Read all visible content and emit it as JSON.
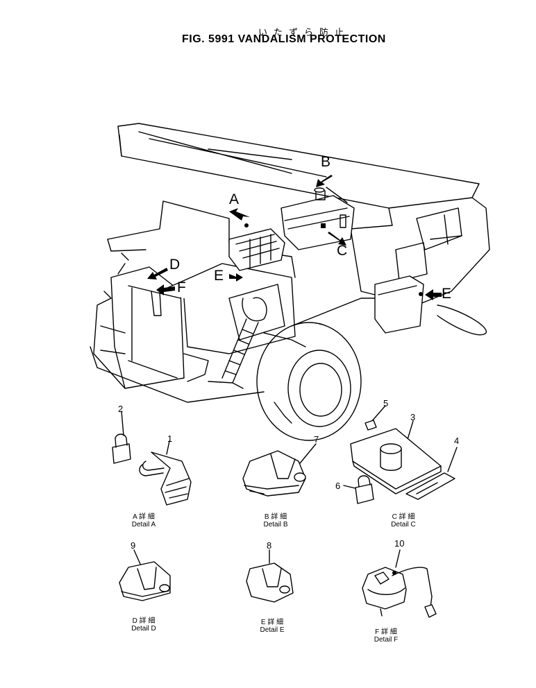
{
  "header": {
    "title_jp": "いたずら防止",
    "title": "FIG. 5991   VANDALISM  PROTECTION"
  },
  "callouts": {
    "a": "A",
    "b": "B",
    "c": "C",
    "d": "D",
    "e1": "E",
    "e2": "E",
    "f": "F"
  },
  "parts": {
    "p1": "1",
    "p2": "2",
    "p3": "3",
    "p4": "4",
    "p5": "5",
    "p6": "6",
    "p7": "7",
    "p8": "8",
    "p9": "9",
    "p10": "10"
  },
  "details": {
    "a": {
      "jp": "A 詳 細",
      "en": "Detail  A"
    },
    "b": {
      "jp": "B 詳 細",
      "en": "Detail  B"
    },
    "c": {
      "jp": "C 詳 細",
      "en": "Detail  C"
    },
    "d": {
      "jp": "D 詳 細",
      "en": "Detail  D"
    },
    "e": {
      "jp": "E 詳 細",
      "en": "Detail  E"
    },
    "f": {
      "jp": "F 詳 細",
      "en": "Detail  F"
    }
  }
}
